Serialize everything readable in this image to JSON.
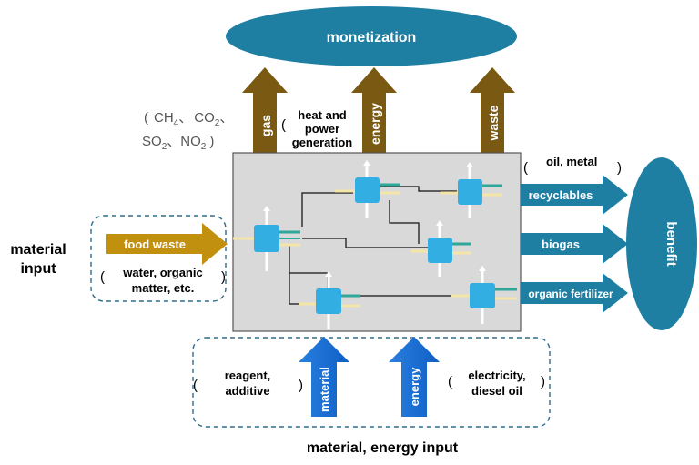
{
  "top": {
    "monetization": "monetization"
  },
  "outputs": {
    "gas": "gas",
    "energy": "energy",
    "waste": "waste",
    "emissions": {
      "paren_open": "(",
      "ch4": "CH",
      "ch4_sub": "4",
      "co2": "CO",
      "co2_sub": "2",
      "sep1": "、",
      "sep2": "、",
      "so2": "SO",
      "so2_sub": "2",
      "no2": "NO",
      "no2_sub": "2",
      "paren_close": ")"
    },
    "heat_power": [
      "heat and",
      "power",
      "generation"
    ]
  },
  "right": {
    "oil_metal": "oil, metal",
    "recyclables": "recyclables",
    "biogas": "biogas",
    "organic_fertilizer": "organic fertilizer",
    "benefit": "benefit"
  },
  "left": {
    "material_input": [
      "material",
      "input"
    ],
    "food_waste": "food waste",
    "water_organic": [
      "water, organic",
      "matter, etc."
    ]
  },
  "bottom": {
    "reagent": [
      "reagent,",
      "additive"
    ],
    "material": "material",
    "energy": "energy",
    "electricity": [
      "electricity,",
      "diesel oil"
    ],
    "caption": "material, energy input"
  },
  "colors": {
    "brown": "#7a5a12",
    "gold": "#c1900f",
    "teal": "#1e7fa3",
    "blue": "#1a73d9",
    "unit": "#33aee3",
    "box": "#d9d9d9"
  }
}
